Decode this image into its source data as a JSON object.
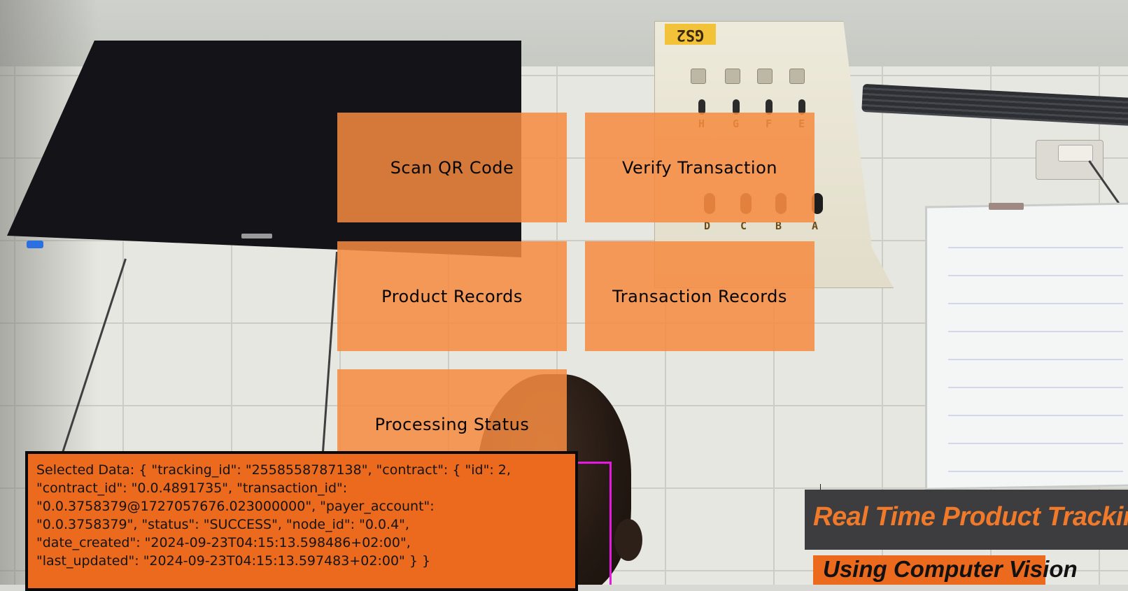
{
  "panel_label": "GS2",
  "switch_letters_top": [
    "H",
    "G",
    "F",
    "E"
  ],
  "switch_letters_bottom": [
    "D",
    "C",
    "B",
    "A"
  ],
  "menu": {
    "scan_qr": "Scan QR Code",
    "verify_transaction": "Verify Transaction",
    "product_records": "Product Records",
    "transaction_records": "Transaction Records",
    "processing_status": "Processing Status"
  },
  "selected_data": {
    "lines": [
      "Selected Data: { \"tracking_id\": \"2558558787138\", \"contract\": { \"id\": 2,",
      "\"contract_id\": \"0.0.4891735\", \"transaction_id\":",
      "\"0.0.3758379@1727057676.023000000\", \"payer_account\":",
      "\"0.0.3758379\", \"status\": \"SUCCESS\", \"node_id\": \"0.0.4\",",
      "\"date_created\": \"2024-09-23T04:15:13.598486+02:00\",",
      "\"last_updated\": \"2024-09-23T04:15:13.597483+02:00\" } }"
    ]
  },
  "banner": {
    "title": "Real Time Product Tracking",
    "subtitle": "Using Computer Vision"
  },
  "colors": {
    "button_fill": "#f68a40",
    "panel_fill": "#ec6a1e",
    "banner_bg": "#3d3d3f",
    "banner_text": "#f07a2a",
    "face_box": "#e41adf"
  }
}
